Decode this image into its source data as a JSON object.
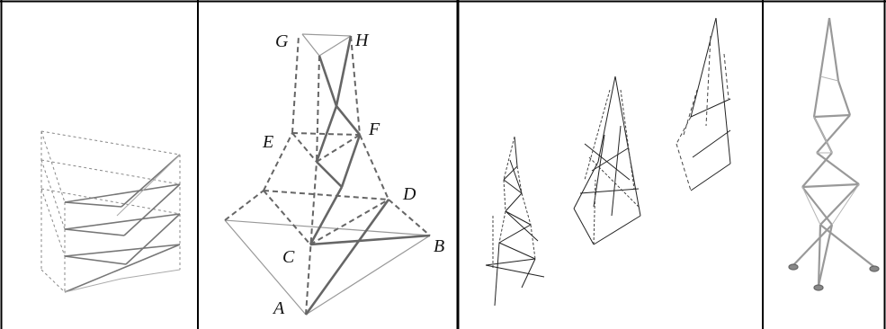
{
  "panel_a": {
    "title": "",
    "node_labels": [
      "G",
      "H",
      "E",
      "F",
      "D",
      "C",
      "B",
      "A"
    ]
  },
  "colors": {
    "border": "#000000",
    "strut": "#555555",
    "cable": "#777777",
    "thin": "#999999"
  }
}
